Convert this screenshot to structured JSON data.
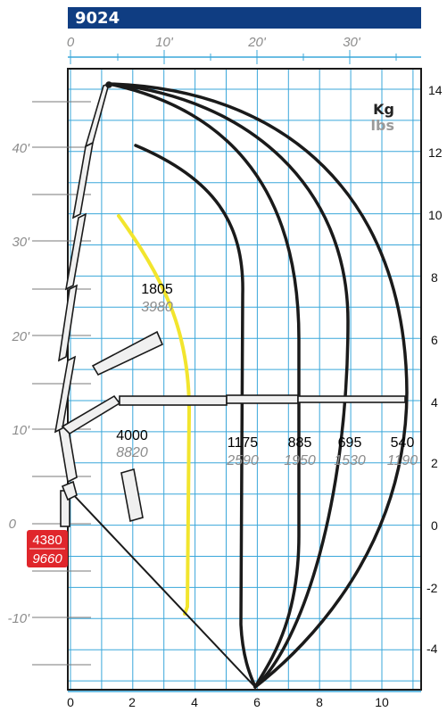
{
  "header": {
    "model": "9024"
  },
  "units": {
    "metric": "Kg",
    "imperial": "lbs"
  },
  "axes": {
    "top_feet_ticks": [
      "0",
      "10'",
      "20'",
      "30'"
    ],
    "left_feet_ticks": [
      "40'",
      "30'",
      "20'",
      "10'",
      "0",
      "-10'"
    ],
    "bottom_meter_ticks": [
      "0",
      "2",
      "4",
      "6",
      "8",
      "10"
    ],
    "right_meter_ticks": [
      "14",
      "12",
      "10",
      "8",
      "6",
      "4",
      "2",
      "0",
      "-2",
      "-4"
    ]
  },
  "capacities": [
    {
      "kg": "1805",
      "lbs": "3980"
    },
    {
      "kg": "4000",
      "lbs": "8820"
    },
    {
      "kg": "1175",
      "lbs": "2590"
    },
    {
      "kg": "885",
      "lbs": "1950"
    },
    {
      "kg": "695",
      "lbs": "1530"
    },
    {
      "kg": "540",
      "lbs": "1190"
    }
  ],
  "base_capacity": {
    "kg": "4380",
    "lbs": "9660",
    "color": "#e0262b"
  },
  "colors": {
    "grid": "#3aa7da",
    "header": "#0f3d82",
    "yellow_curve": "#f2e52d",
    "curve": "#1a1a1a"
  }
}
